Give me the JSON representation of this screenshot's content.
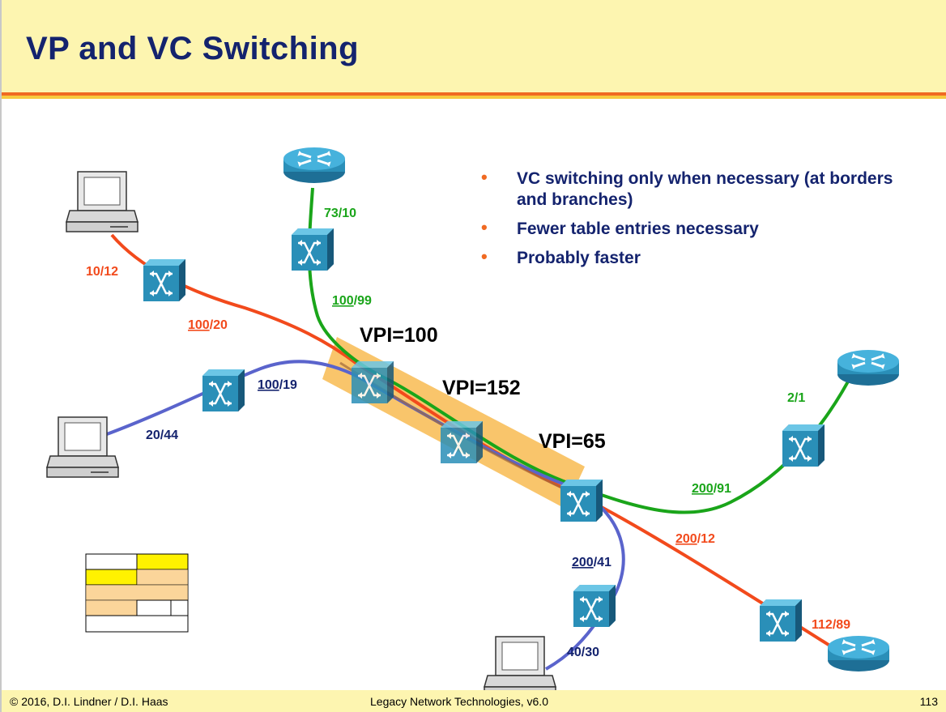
{
  "slide": {
    "title": "VP and VC Switching",
    "bullets": [
      "VC switching only when necessary (at borders and branches)",
      "Fewer table entries necessary",
      "Probably faster"
    ]
  },
  "diagram": {
    "labels": {
      "red_host": "10/12",
      "red_vp_vpi": "100",
      "red_vp_vci": "/20",
      "green_top": "73/10",
      "green_vp_vpi": "100",
      "green_vp_vci": "/99",
      "blue_host": "20/44",
      "blue_vp_vpi": "100",
      "blue_vp_vci": "/19",
      "vpi_1": "VPI=100",
      "vpi_2": "VPI=152",
      "vpi_3": "VPI=65",
      "green_right": "2/1",
      "green_out_vpi": "200",
      "green_out_vci": "/91",
      "red_out_vpi": "200",
      "red_out_vci": "/12",
      "blue_out_vpi": "200",
      "blue_out_vci": "/41",
      "red_end": "112/89",
      "blue_end": "40/30"
    },
    "colors": {
      "red": "#f24a1c",
      "green": "#1aa51a",
      "blue": "#5a64cc",
      "navy": "#14236e",
      "vp_highlight": "#f7b23a",
      "switch": "#2a8fb8"
    },
    "icons": [
      "pc-icon",
      "router-icon",
      "atm-switch-icon",
      "table-icon"
    ]
  },
  "footer": {
    "left": "© 2016, D.I. Lindner / D.I. Haas",
    "center": "Legacy Network Technologies, v6.0",
    "page": "113"
  }
}
